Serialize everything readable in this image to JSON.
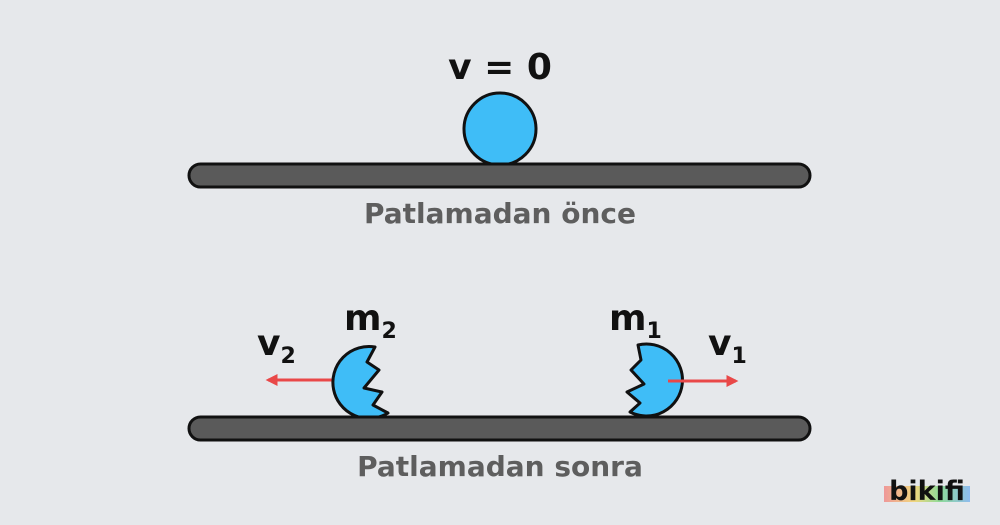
{
  "top_scene": {
    "velocity_label": "v = 0",
    "caption": "Patlamadan önce"
  },
  "bottom_scene": {
    "left_fragment": {
      "mass_base": "m",
      "mass_sub": "2",
      "vel_base": "v",
      "vel_sub": "2"
    },
    "right_fragment": {
      "mass_base": "m",
      "mass_sub": "1",
      "vel_base": "v",
      "vel_sub": "1"
    },
    "caption": "Patlamadan sonra"
  },
  "brand": {
    "text": "bikifi"
  },
  "colors": {
    "background": "#e6e8eb",
    "ball": "#3fbdf7",
    "surface": "#5a5a5a",
    "arrow": "#e94848",
    "text": "#111111",
    "caption": "#5e5e5e"
  }
}
